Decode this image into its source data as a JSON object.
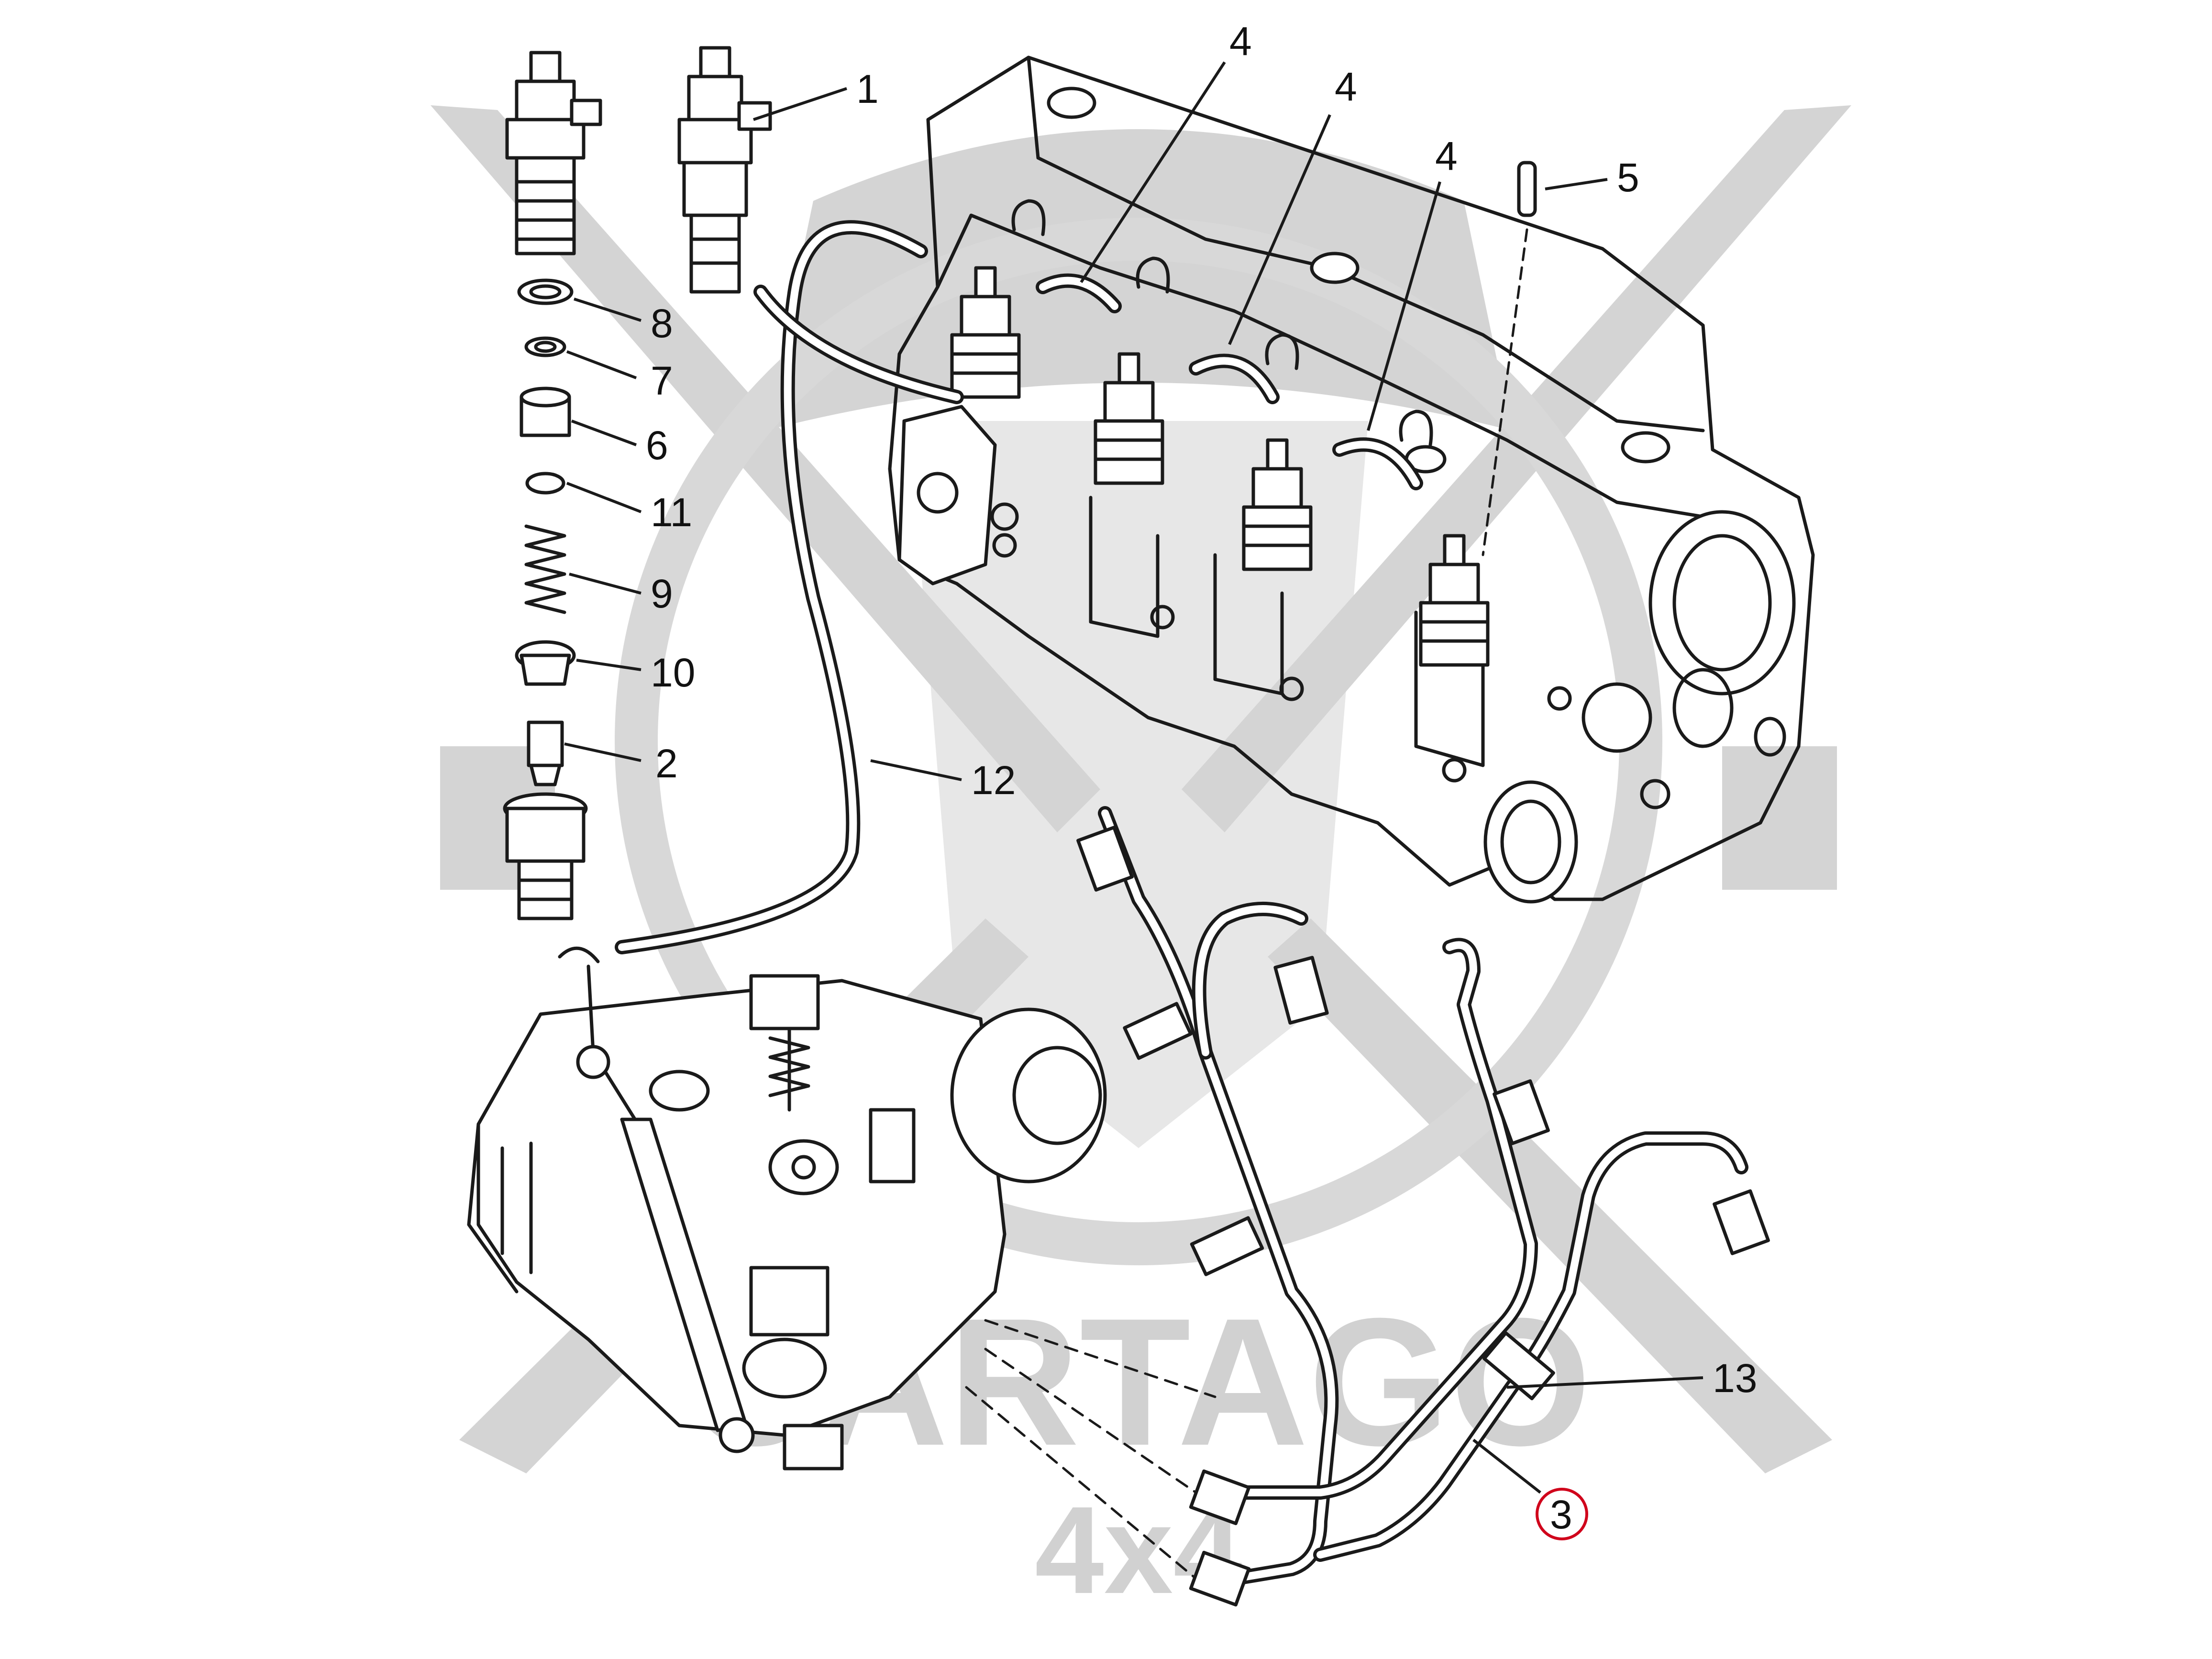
{
  "watermark": {
    "brand": "CARTAGO",
    "sub": "4x4",
    "color": "#d2d2d2"
  },
  "callouts": {
    "c1": "1",
    "c2": "2",
    "c3": "3",
    "c4a": "4",
    "c4b": "4",
    "c4c": "4",
    "c5": "5",
    "c6": "6",
    "c7": "7",
    "c8": "8",
    "c9": "9",
    "c10": "10",
    "c11": "11",
    "c12": "12",
    "c13": "13"
  },
  "highlight": {
    "part": "3",
    "color": "#d0021b"
  },
  "line_color": "#1a1a1a"
}
